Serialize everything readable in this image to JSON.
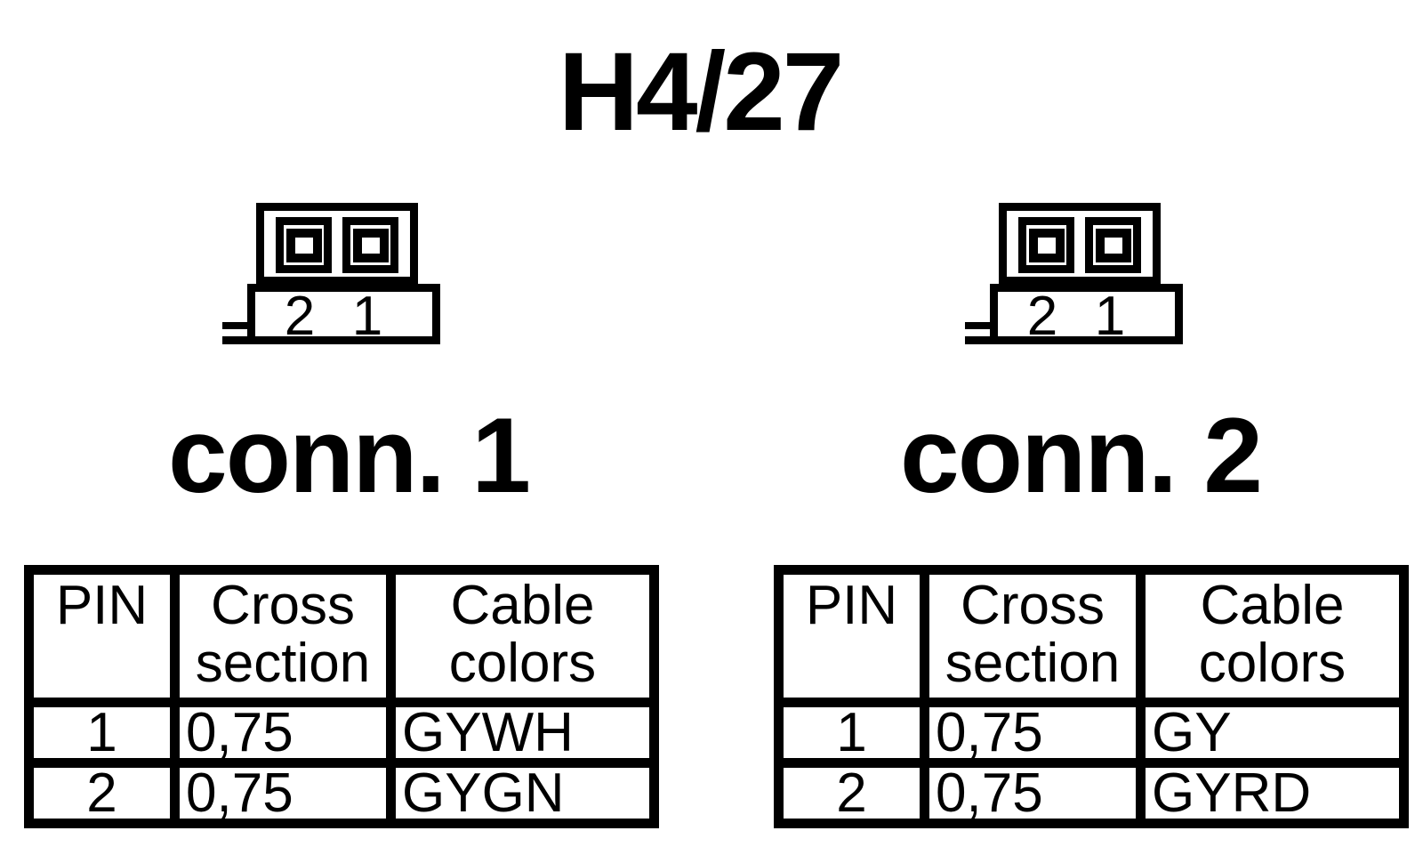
{
  "page": {
    "title": "H4/27",
    "background_color": "#ffffff",
    "ink_color": "#000000"
  },
  "groups": [
    {
      "label": "conn. 1",
      "connector": {
        "pin_numbers": [
          "2",
          "1"
        ]
      },
      "table": {
        "headers": {
          "pin": "PIN",
          "cross_section": "Cross\nsection",
          "cable_colors": "Cable\ncolors"
        },
        "rows": [
          {
            "pin": "1",
            "cross_section": "0,75",
            "cable_color": "GYWH"
          },
          {
            "pin": "2",
            "cross_section": "0,75",
            "cable_color": "GYGN"
          }
        ]
      }
    },
    {
      "label": "conn. 2",
      "connector": {
        "pin_numbers": [
          "2",
          "1"
        ]
      },
      "table": {
        "headers": {
          "pin": "PIN",
          "cross_section": "Cross\nsection",
          "cable_colors": "Cable\ncolors"
        },
        "rows": [
          {
            "pin": "1",
            "cross_section": "0,75",
            "cable_color": "GY"
          },
          {
            "pin": "2",
            "cross_section": "0,75",
            "cable_color": "GYRD"
          }
        ]
      }
    }
  ]
}
